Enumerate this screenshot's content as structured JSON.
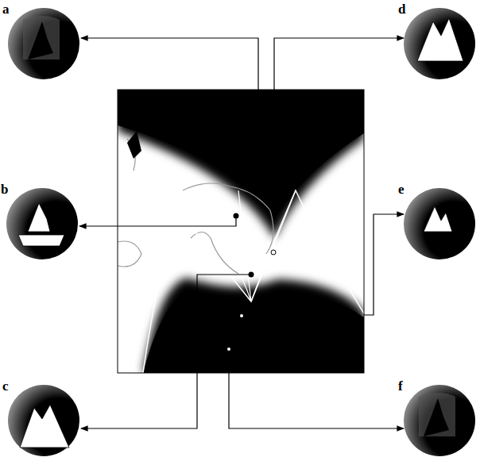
{
  "diagram": {
    "nodes": [
      {
        "text": [
          "a"
        ]
      },
      {
        "text": [
          "d"
        ]
      },
      {
        "text": [
          "b"
        ]
      },
      {
        "text": [
          "e"
        ]
      },
      {
        "text": [
          "c"
        ]
      },
      {
        "text": [
          "f"
        ]
      }
    ]
  }
}
